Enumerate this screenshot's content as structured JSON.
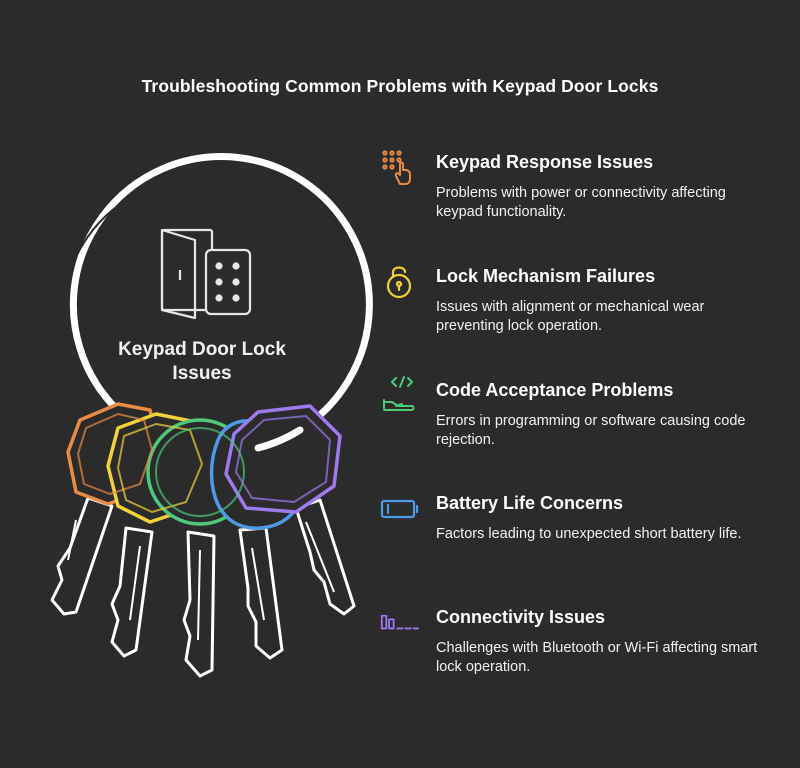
{
  "title": "Troubleshooting Common Problems with Keypad Door Locks",
  "center_label": "Keypad Door Lock Issues",
  "items": [
    {
      "heading": "Keypad Response Issues",
      "description": "Problems with power or connectivity affecting keypad functionality.",
      "icon": "keypad-touch-icon",
      "color": "#e98b43"
    },
    {
      "heading": "Lock Mechanism Failures",
      "description": "Issues with alignment or mechanical wear preventing lock operation.",
      "icon": "padlock-icon",
      "color": "#f2d13a"
    },
    {
      "heading": "Code Acceptance Problems",
      "description": "Errors in programming or software causing code rejection.",
      "icon": "code-hand-icon",
      "color": "#4cc97a"
    },
    {
      "heading": "Battery Life Concerns",
      "description": "Factors leading to unexpected short battery life.",
      "icon": "battery-icon",
      "color": "#4f9ae8"
    },
    {
      "heading": "Connectivity Issues",
      "description": "Challenges with Bluetooth or Wi-Fi affecting smart lock operation.",
      "icon": "signal-bars-icon",
      "color": "#9d7af0"
    }
  ]
}
